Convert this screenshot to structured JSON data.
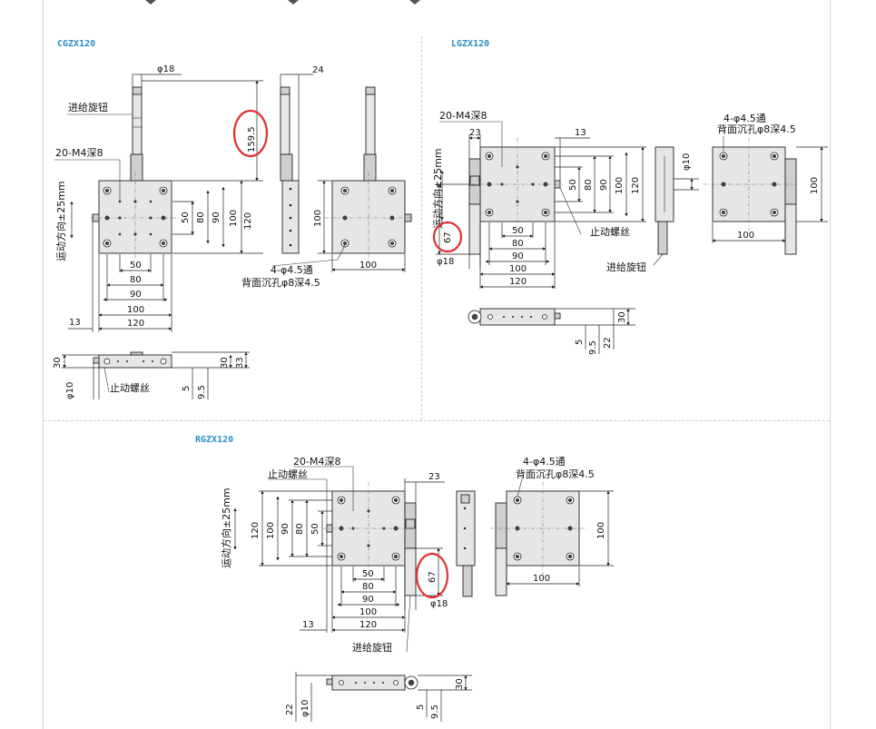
{
  "panels": {
    "cgzx": {
      "title": "CGZX120"
    },
    "lgzx": {
      "title": "LGZX120"
    },
    "rgzx": {
      "title": "RGZX120"
    }
  },
  "labels": {
    "feed_knob": "进给旋钮",
    "tap_holes": "20-M4深8",
    "travel": "运动方向±25mm",
    "through_holes": "4-φ4.5通",
    "counterbore": "背面沉孔φ8深4.5",
    "lock_screw": "止动螺丝"
  },
  "dims": {
    "d18": "φ18",
    "d10": "φ10",
    "n24": "24",
    "n23": "23",
    "n13": "13",
    "n159_5": "159.5",
    "n67": "67",
    "n50": "50",
    "n80": "80",
    "n90": "90",
    "n100": "100",
    "n120": "120",
    "n30": "30",
    "n33": "33",
    "n22": "22",
    "n5": "5",
    "n9_5": "9.5"
  },
  "highlight_color": "#e03030",
  "title_color": "#2a8fc7"
}
